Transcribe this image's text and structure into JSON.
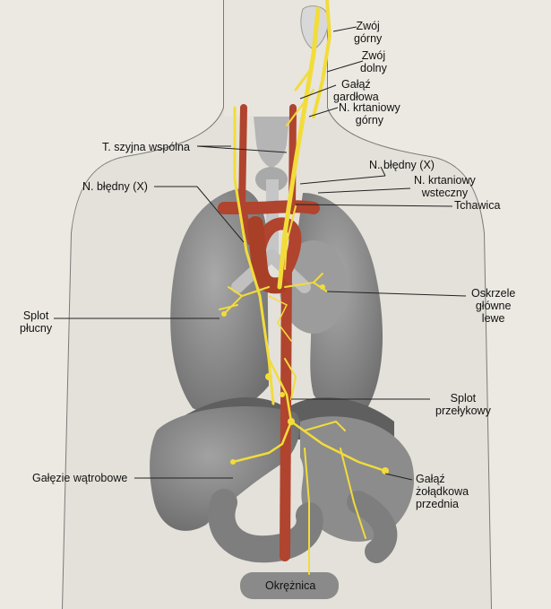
{
  "labels": {
    "zwoj_gorny": [
      "Zwój",
      "górny"
    ],
    "zwoj_dolny": [
      "Zwój",
      "dolny"
    ],
    "galaz_gardlowa": [
      "Gałąź",
      "gardłowa"
    ],
    "krtaniowy_gorny": [
      "N. krtaniowy",
      "górny"
    ],
    "szyjna_wspolna": [
      "T. szyjna wspólna"
    ],
    "bledny_right": [
      "N. błędny (X)"
    ],
    "bledny_left": [
      "N. błędny (X)"
    ],
    "krtaniowy_wsteczny": [
      "N. krtaniowy",
      "wsteczny"
    ],
    "tchawica": [
      "Tchawica"
    ],
    "splot_plucny": [
      "Splot",
      "płucny"
    ],
    "oskrzele": [
      "Oskrzele",
      "główne",
      "lewe"
    ],
    "splot_przelykowy": [
      "Splot",
      "przełykowy"
    ],
    "galezie_watrobowe": [
      "Gałęzie wątrobowe"
    ],
    "galaz_zoladkowa": [
      "Gałąź",
      "żołądkowa",
      "przednia"
    ],
    "okreznica": [
      "Okrężnica"
    ]
  },
  "colors": {
    "background": "#ece9e2",
    "body_outline": "#6f6f6f",
    "organ_fill": "#8f8f8f",
    "organ_dark": "#6b6b6b",
    "artery": "#b0442e",
    "nerve": "#f2dc3a",
    "leader_line": "#222222"
  }
}
